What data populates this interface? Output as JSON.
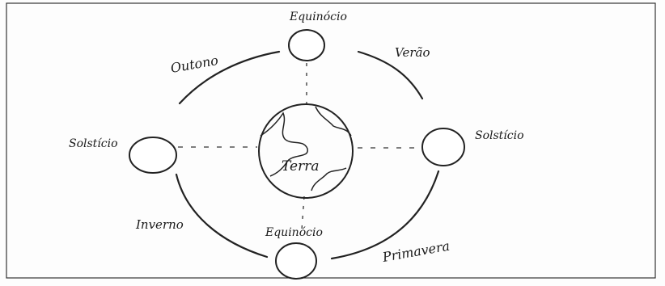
{
  "diagram": {
    "center_label": "Terra",
    "positions": {
      "top": "Equinócio",
      "bottom": "Equinócio",
      "left": "Solstício",
      "right": "Solstício"
    },
    "seasons": {
      "top_left": "Outono",
      "top_right": "Verão",
      "bottom_left": "Inverno",
      "bottom_right": "Primavera"
    }
  }
}
